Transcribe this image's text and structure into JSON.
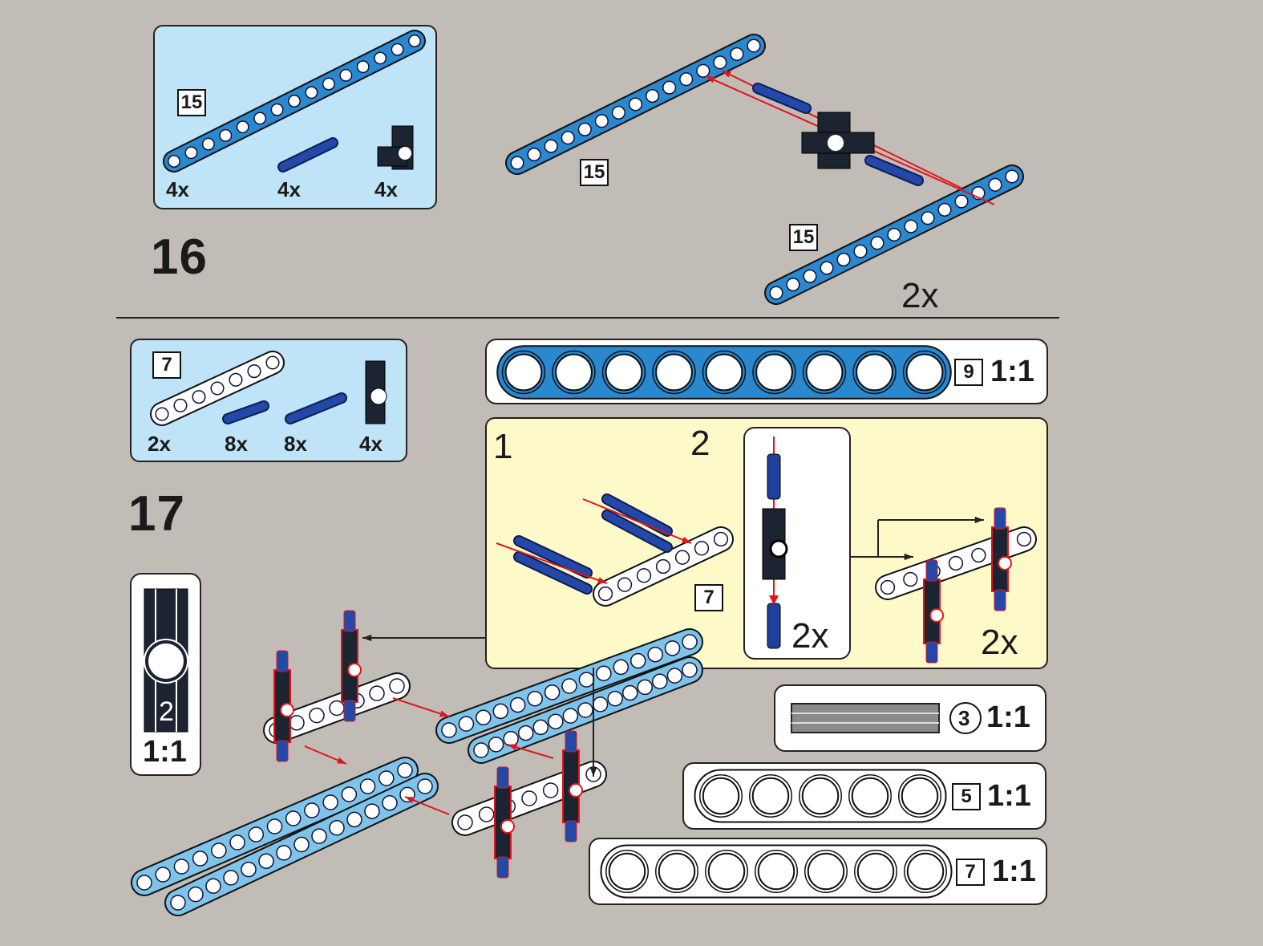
{
  "colors": {
    "background": "#c1bcb5",
    "parts_box": "#bfe4f8",
    "submodel_box": "#fdf9c9",
    "beam_blue": "#2a88cf",
    "beam_light_blue": "#6ab8e6",
    "pin_blue": "#1f3f9a",
    "arrow_red": "#e0151b"
  },
  "step16": {
    "number": "16",
    "parts": [
      {
        "name": "beam",
        "length_label": "15",
        "count": "4x"
      },
      {
        "name": "long-pin",
        "count": "4x"
      },
      {
        "name": "axle-pin-connector",
        "count": "4x"
      }
    ],
    "assembly": {
      "beam_labels": [
        "15",
        "15"
      ],
      "multiplier": "2x"
    }
  },
  "step17": {
    "number": "17",
    "parts": [
      {
        "name": "white-beam",
        "length_label": "7",
        "count": "2x"
      },
      {
        "name": "short-pin",
        "count": "8x"
      },
      {
        "name": "long-pin",
        "count": "8x"
      },
      {
        "name": "cross-connector",
        "count": "4x"
      }
    ],
    "connector_callout": {
      "mark": "2",
      "scale": "1:1"
    },
    "beam9_callout": {
      "length": "9",
      "scale": "1:1",
      "holes": 9
    },
    "submodel": {
      "sub_step1": "1",
      "sub_step2": "2",
      "beam_label": "7",
      "inner_multiplier": "2x",
      "result_multiplier": "2x"
    },
    "axle_callout": {
      "length": "3",
      "scale": "1:1"
    },
    "beam5_callout": {
      "length": "5",
      "scale": "1:1",
      "holes": 5
    },
    "beam7_callout": {
      "length": "7",
      "scale": "1:1",
      "holes": 7
    }
  }
}
